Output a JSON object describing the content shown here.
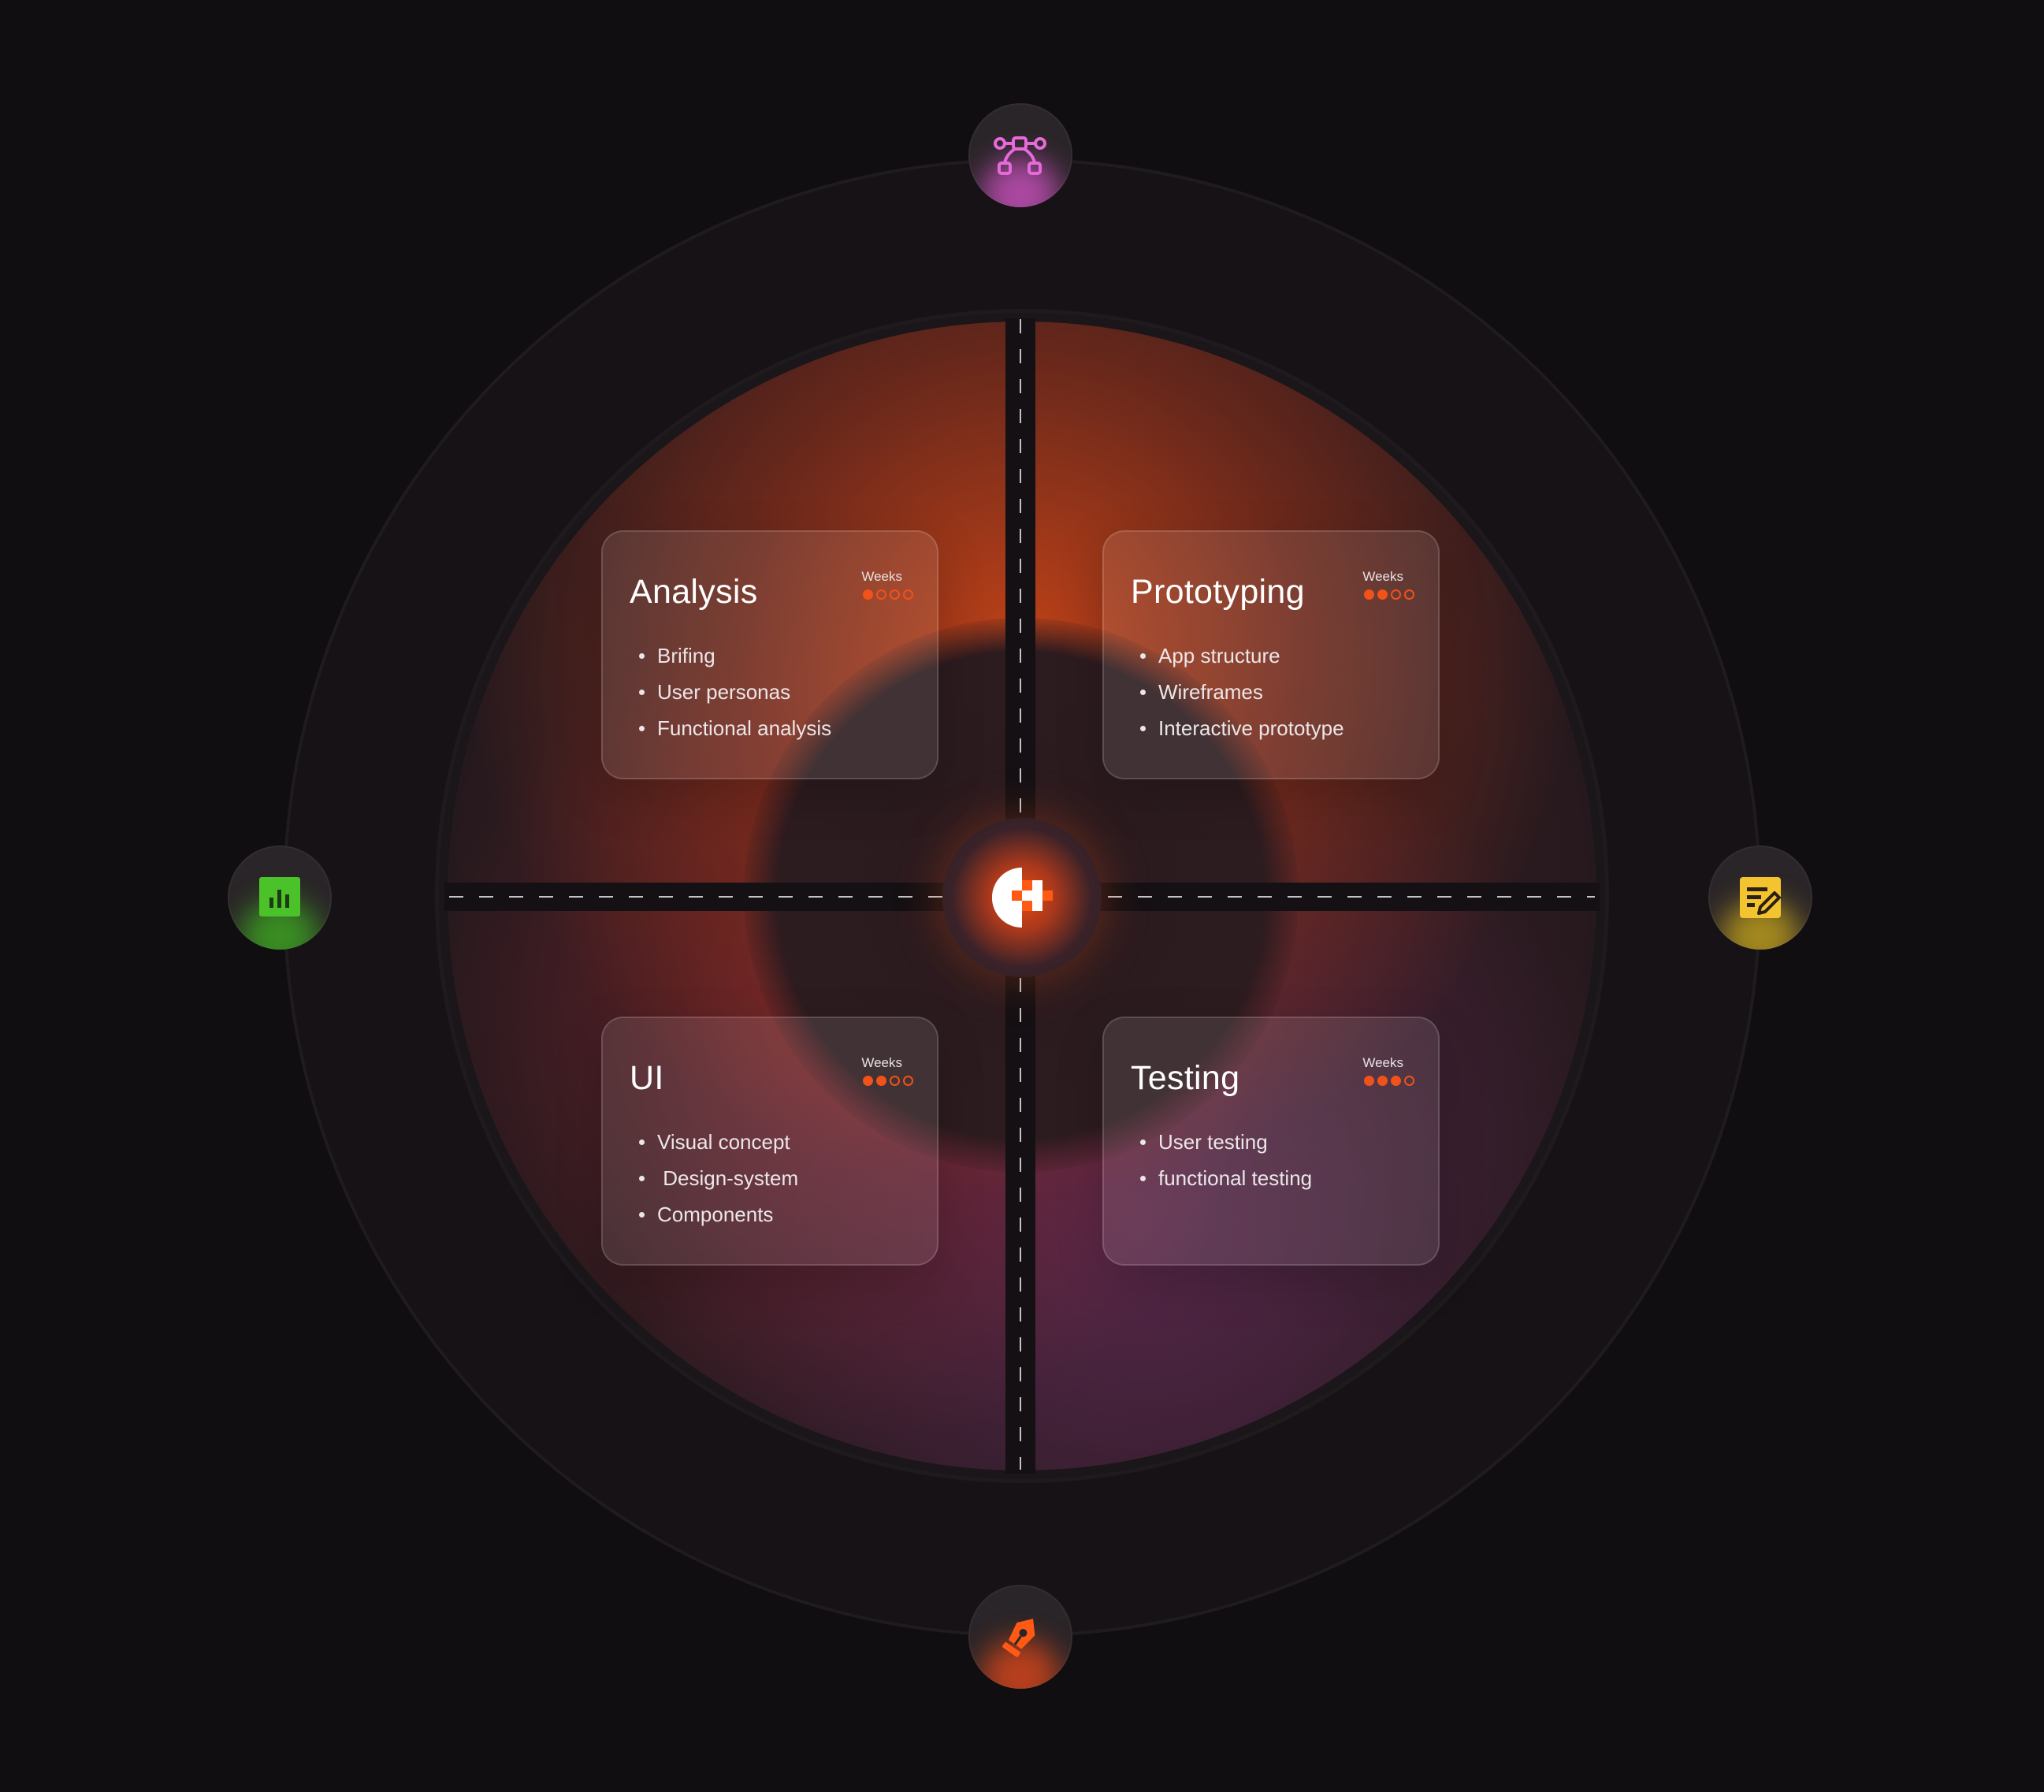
{
  "nodes": {
    "top": {
      "icon": "vector-pen-nodes-icon",
      "color": "#e66bd8"
    },
    "left": {
      "icon": "bar-chart-icon",
      "color": "#49b82e"
    },
    "right": {
      "icon": "edit-note-icon",
      "color": "#f4c430"
    },
    "bottom": {
      "icon": "fountain-pen-icon",
      "color": "#ff5a14"
    }
  },
  "hub": {
    "icon": "brand-logo-icon",
    "color": "#ff5a14"
  },
  "cards": [
    {
      "title": "Analysis",
      "weeks_label": "Weeks",
      "weeks": 1,
      "weeks_max": 4,
      "items": [
        "Brifing",
        "User personas",
        "Functional analysis"
      ]
    },
    {
      "title": "Prototyping",
      "weeks_label": "Weeks",
      "weeks": 2,
      "weeks_max": 4,
      "items": [
        "App structure",
        "Wireframes",
        "Interactive prototype"
      ]
    },
    {
      "title": "UI",
      "weeks_label": "Weeks",
      "weeks": 2,
      "weeks_max": 4,
      "items": [
        "Visual concept",
        " Design-system",
        "Components"
      ]
    },
    {
      "title": "Testing",
      "weeks_label": "Weeks",
      "weeks": 3,
      "weeks_max": 4,
      "items": [
        "User testing",
        "functional testing"
      ]
    }
  ],
  "colors": {
    "background": "#110e11",
    "accent": "#f0521a"
  }
}
